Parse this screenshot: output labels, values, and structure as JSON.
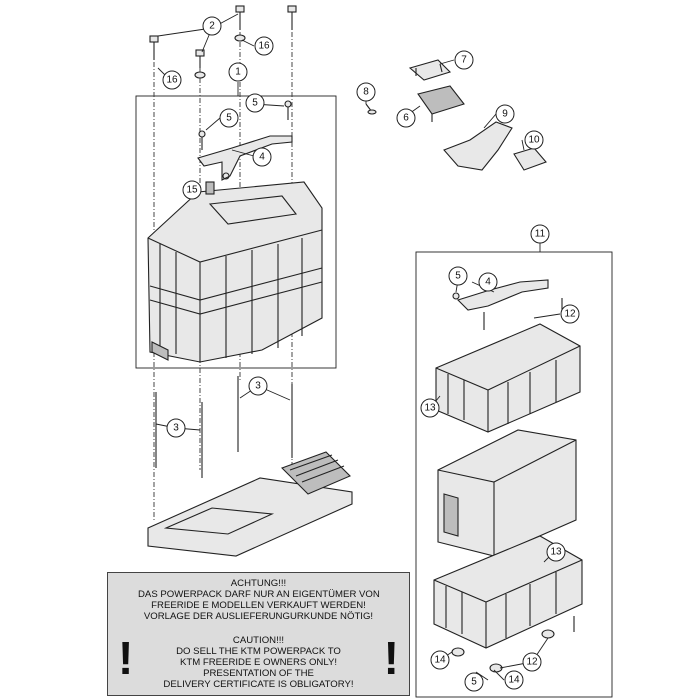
{
  "callouts": {
    "c1": "1",
    "c2": "2",
    "c3a": "3",
    "c3b": "3",
    "c4a": "4",
    "c4b": "4",
    "c5a": "5",
    "c5b": "5",
    "c5c": "5",
    "c6": "6",
    "c7": "7",
    "c8": "8",
    "c9": "9",
    "c10": "10",
    "c11": "11",
    "c12a": "12",
    "c12b": "12",
    "c13a": "13",
    "c13b": "13",
    "c14a": "14",
    "c14b": "14",
    "c15": "15",
    "c16a": "16",
    "c16b": "16"
  },
  "warning": {
    "de": [
      "ACHTUNG!!!",
      "DAS POWERPACK DARF NUR AN EIGENTÜMER VON",
      "FREERIDE E MODELLEN VERKAUFT WERDEN!",
      "VORLAGE DER AUSLIEFERUNGURKUNDE NÖTIG!"
    ],
    "en": [
      "CAUTION!!!",
      "DO SELL THE KTM POWERPACK TO",
      "KTM FREERIDE E OWNERS ONLY!",
      "PRESENTATION OF THE",
      "DELIVERY CERTIFICATE IS OBLIGATORY!"
    ],
    "mark": "!"
  }
}
